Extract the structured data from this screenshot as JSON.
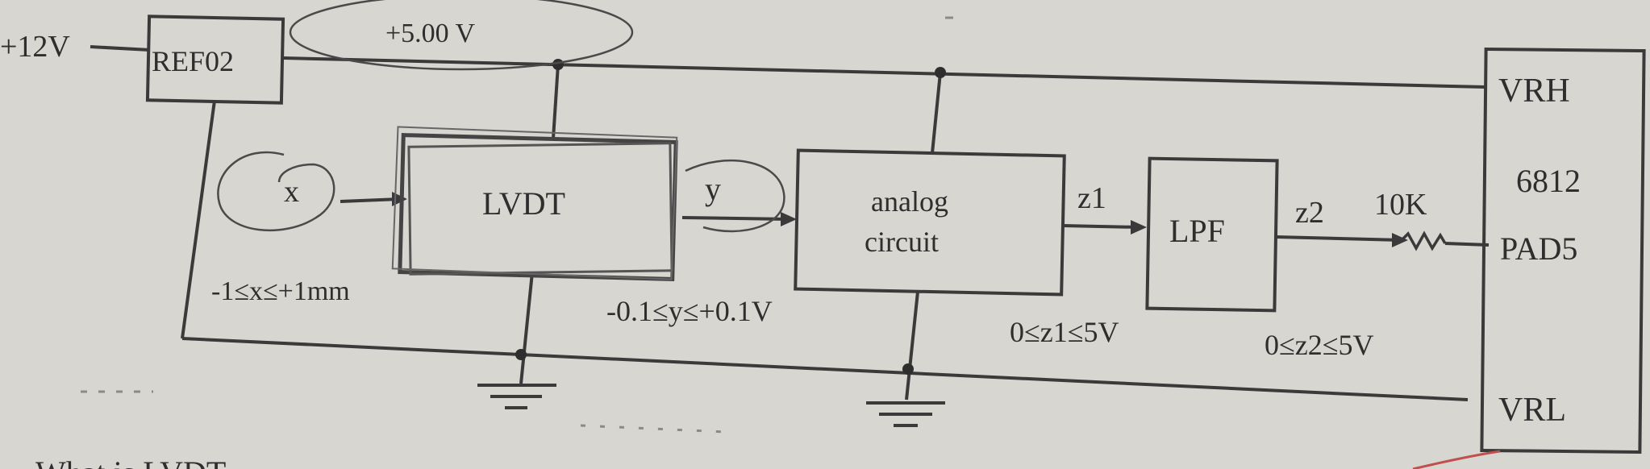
{
  "supply": {
    "label": "+12V"
  },
  "reference": {
    "label": "REF02",
    "output_label": "+5.00 V"
  },
  "input": {
    "label": "x",
    "range": "-1≤x≤+1mm"
  },
  "sensor": {
    "label": "LVDT",
    "output_label": "y",
    "output_range": "-0.1≤y≤+0.1V"
  },
  "conditioner": {
    "line1": "analog",
    "line2": "circuit",
    "output_label": "z1",
    "output_range": "0≤z1≤5V"
  },
  "filter": {
    "label": "LPF",
    "output_label": "z2",
    "output_range": "0≤z2≤5V"
  },
  "resistor": {
    "label": "10K"
  },
  "mcu": {
    "top_pin": "VRH",
    "name": "6812",
    "input_pin": "PAD5",
    "bottom_pin": "VRL"
  },
  "footer": {
    "partial_text": "What is LVDT"
  }
}
